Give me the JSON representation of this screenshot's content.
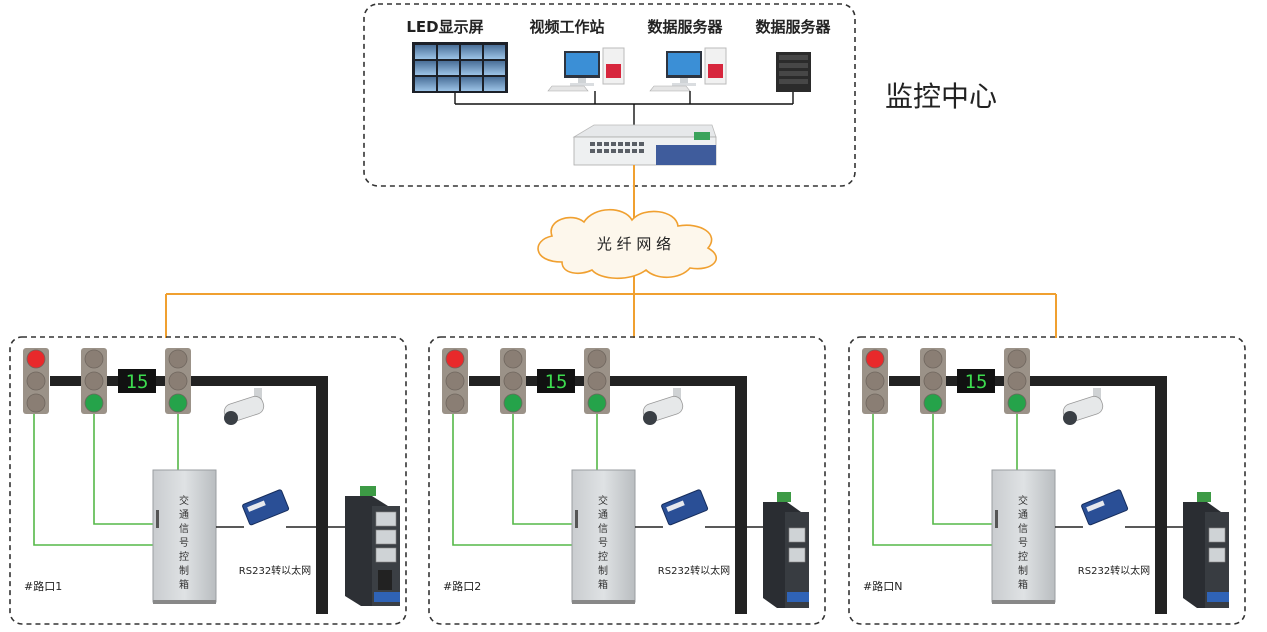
{
  "center": {
    "title": "监控中心",
    "devices": [
      {
        "label": "LED显示屏",
        "icon": "led-wall-icon"
      },
      {
        "label": "视频工作站",
        "icon": "workstation-icon"
      },
      {
        "label": "数据服务器",
        "icon": "workstation-icon"
      },
      {
        "label": "数据服务器",
        "icon": "server-rack-icon"
      }
    ],
    "switch_icon": "network-switch-icon"
  },
  "network": {
    "label": "光 纤 网 络",
    "icon": "cloud-icon"
  },
  "intersections": [
    {
      "name": "#路口1",
      "counter": "15",
      "cabinet_label": "交通信号控制箱",
      "converter_label": "RS232转以太网",
      "switch_variant": "4-port"
    },
    {
      "name": "#路口2",
      "counter": "15",
      "cabinet_label": "交通信号控制箱",
      "converter_label": "RS232转以太网",
      "switch_variant": "2-port"
    },
    {
      "name": "#路口N",
      "counter": "15",
      "cabinet_label": "交通信号控制箱",
      "converter_label": "RS232转以太网",
      "switch_variant": "2-port"
    }
  ],
  "colors": {
    "fiber": "#f0a030",
    "signal_wire": "#55b848",
    "light_red": "#e8292b",
    "light_green": "#25a34a",
    "light_off": "#8a7e74",
    "counter_digits": "#3ddc4f",
    "border": "#333333"
  }
}
